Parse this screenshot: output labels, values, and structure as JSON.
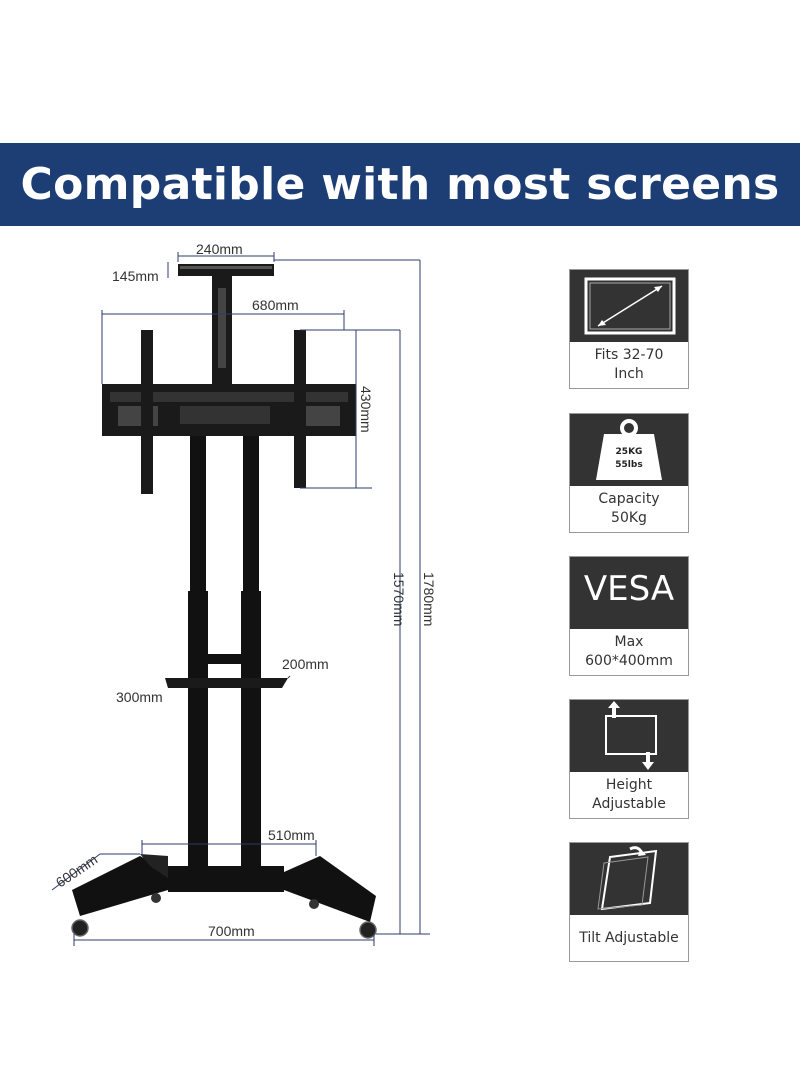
{
  "banner": {
    "title": "Compatible with most screens"
  },
  "dimensions": {
    "top_width": "240mm",
    "top_height": "145mm",
    "bracket_width": "680mm",
    "bracket_height": "430mm",
    "stand_height": "1570mm",
    "total_height": "1780mm",
    "shelf_width": "300mm",
    "shelf_depth": "200mm",
    "base_inner": "510mm",
    "base_depth": "600mm",
    "base_width": "700mm"
  },
  "features": [
    {
      "icon": "screen-size-icon",
      "line1": "Fits 32-70",
      "line2": "Inch"
    },
    {
      "icon": "weight-icon",
      "weight_text1": "25KG",
      "weight_text2": "55lbs",
      "line1": "Capacity",
      "line2": "50Kg"
    },
    {
      "icon": "vesa-icon",
      "vesa_text": "VESA",
      "line1": "Max",
      "line2": "600*400mm"
    },
    {
      "icon": "height-adjust-icon",
      "line1": "Height",
      "line2": "Adjustable"
    },
    {
      "icon": "tilt-icon",
      "line1": "Tilt Adjustable"
    }
  ],
  "colors": {
    "banner": "#1d3e74",
    "icon_bg": "#333333",
    "dimension_line": "#2b3c6b"
  }
}
